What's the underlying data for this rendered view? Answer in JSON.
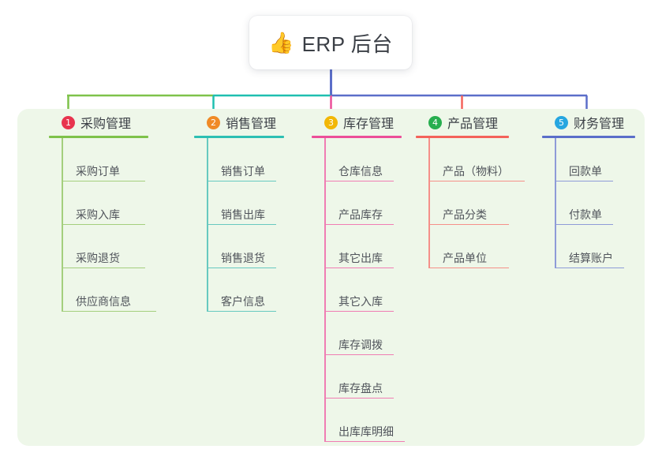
{
  "diagram": {
    "title": "ERP 后台",
    "root": {
      "icon": "thumbs-up-icon",
      "emoji": "👍",
      "label": "ERP 后台"
    },
    "background_color": "#ffffff",
    "panel_color": "#eef7e9",
    "bus_colors": [
      "#7ec24a",
      "#1fbfb0",
      "#5b6ec9"
    ],
    "columns": [
      {
        "number": "1",
        "title": "采购管理",
        "badge_color": "#e8344e",
        "line_color": "#7ec24a",
        "items": [
          "采购订单",
          "采购入库",
          "采购退货",
          "供应商信息"
        ]
      },
      {
        "number": "2",
        "title": "销售管理",
        "badge_color": "#f08a26",
        "line_color": "#2dc0b3",
        "items": [
          "销售订单",
          "销售出库",
          "销售退货",
          "客户信息"
        ]
      },
      {
        "number": "3",
        "title": "库存管理",
        "badge_color": "#f2b705",
        "line_color": "#ec4f99",
        "items": [
          "仓库信息",
          "产品库存",
          "其它出库",
          "其它入库",
          "库存调拨",
          "库存盘点",
          "出库库明细"
        ]
      },
      {
        "number": "4",
        "title": "产品管理",
        "badge_color": "#27ae4f",
        "line_color": "#f4635b",
        "items": [
          "产品（物料）",
          "产品分类",
          "产品单位"
        ]
      },
      {
        "number": "5",
        "title": "财务管理",
        "badge_color": "#26a6e0",
        "line_color": "#5b6ec9",
        "items": [
          "回款单",
          "付款单",
          "结算账户"
        ]
      }
    ]
  }
}
